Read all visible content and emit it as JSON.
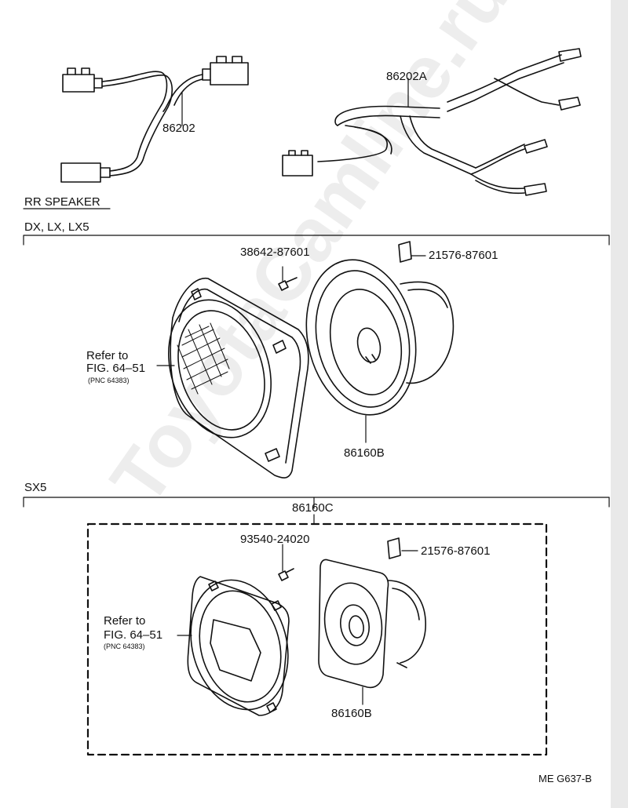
{
  "sections": {
    "rr_speaker": "RR SPEAKER",
    "dx_group": "DX, LX, LX5",
    "sx_group": "SX5"
  },
  "parts": {
    "harness_a": "86202",
    "harness_b": "86202A",
    "screw_top": "38642-87601",
    "clip_top": "21576-87601",
    "speaker_top": "86160B",
    "kit_bottom": "86160C",
    "screw_bottom": "93540-24020",
    "clip_bottom": "21576-87601",
    "speaker_bottom": "86160B"
  },
  "refs": {
    "top_line1": "Refer to",
    "top_line2": "FIG. 64–51",
    "top_line3": "(PNC 64383)",
    "bottom_line1": "Refer to",
    "bottom_line2": "FIG. 64–51",
    "bottom_line3": "(PNC 64383)"
  },
  "figure_code": "ME G637-B",
  "watermark": "ToyotaCamline.ru"
}
